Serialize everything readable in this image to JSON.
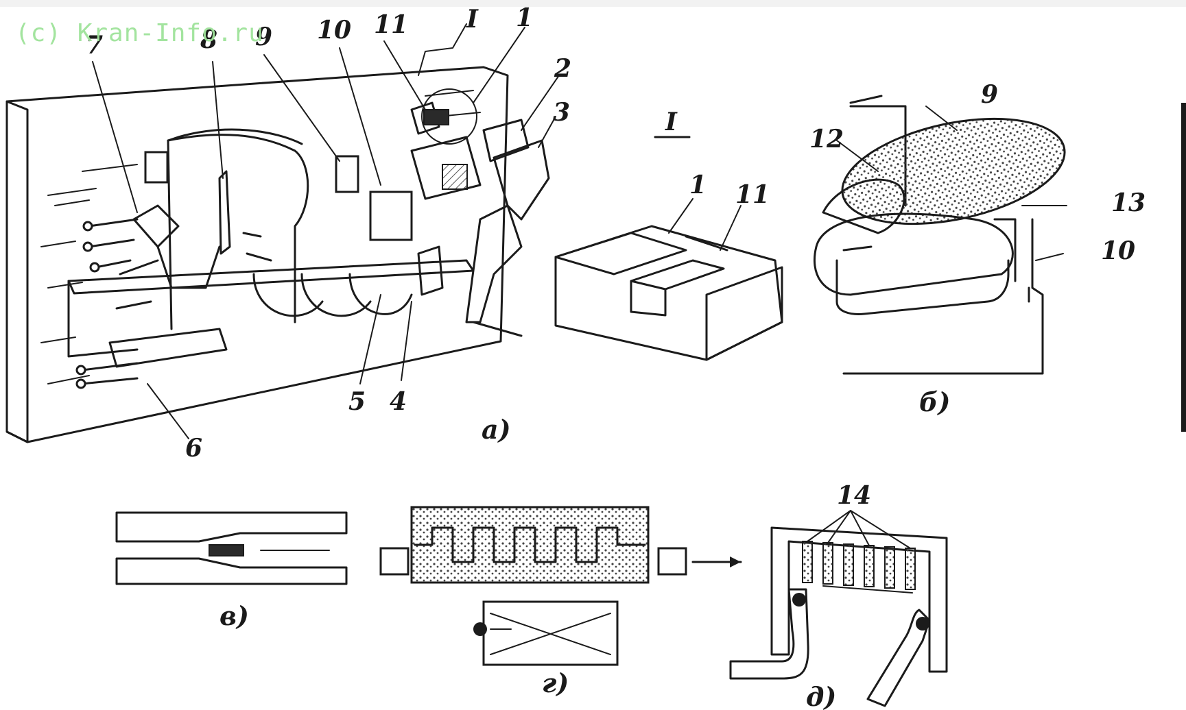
{
  "watermark": "(c) Kran-Info.ru",
  "colors": {
    "background": "#ffffff",
    "page_margin": "#f2f2f2",
    "ink": "#1b1b1b",
    "watermark": "#9fe39a"
  },
  "labels": {
    "n1": "1",
    "n2": "2",
    "n3": "3",
    "n4": "4",
    "n5": "5",
    "n6": "6",
    "n7": "7",
    "n8": "8",
    "n9": "9",
    "n10": "10",
    "n11": "11",
    "n12": "12",
    "n13": "13",
    "n14": "14",
    "section_I": "I",
    "detail_I": "I",
    "detail_b_9": "9",
    "detail_b_10": "10"
  },
  "captions": {
    "a": "а)",
    "b": "б)",
    "v": "в)",
    "g": "г)",
    "d": "д)"
  }
}
